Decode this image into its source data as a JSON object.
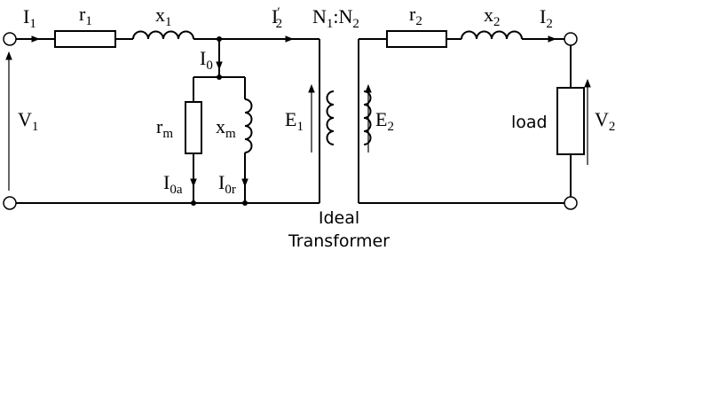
{
  "labels": {
    "i1": "I",
    "i1_sub": "1",
    "r1": "r",
    "r1_sub": "1",
    "x1": "x",
    "x1_sub": "1",
    "i2p": "I",
    "i2p_sub": "2",
    "i2p_prime": "′",
    "ratio_n1": "N",
    "ratio_n1_sub": "1",
    "ratio_colon": ":",
    "ratio_n2": "N",
    "ratio_n2_sub": "2",
    "r2": "r",
    "r2_sub": "2",
    "x2": "x",
    "x2_sub": "2",
    "i2": "I",
    "i2_sub": "2",
    "i0": "I",
    "i0_sub": "0",
    "v1": "V",
    "v1_sub": "1",
    "rm": "r",
    "rm_sub": "m",
    "xm": "x",
    "xm_sub": "m",
    "e1": "E",
    "e1_sub": "1",
    "e2": "E",
    "e2_sub": "2",
    "load": "load",
    "v2": "V",
    "v2_sub": "2",
    "i0a": "I",
    "i0a_sub": "0a",
    "i0r": "I",
    "i0r_sub": "0r",
    "ideal_line1": "Ideal",
    "ideal_line2": "Transformer"
  }
}
